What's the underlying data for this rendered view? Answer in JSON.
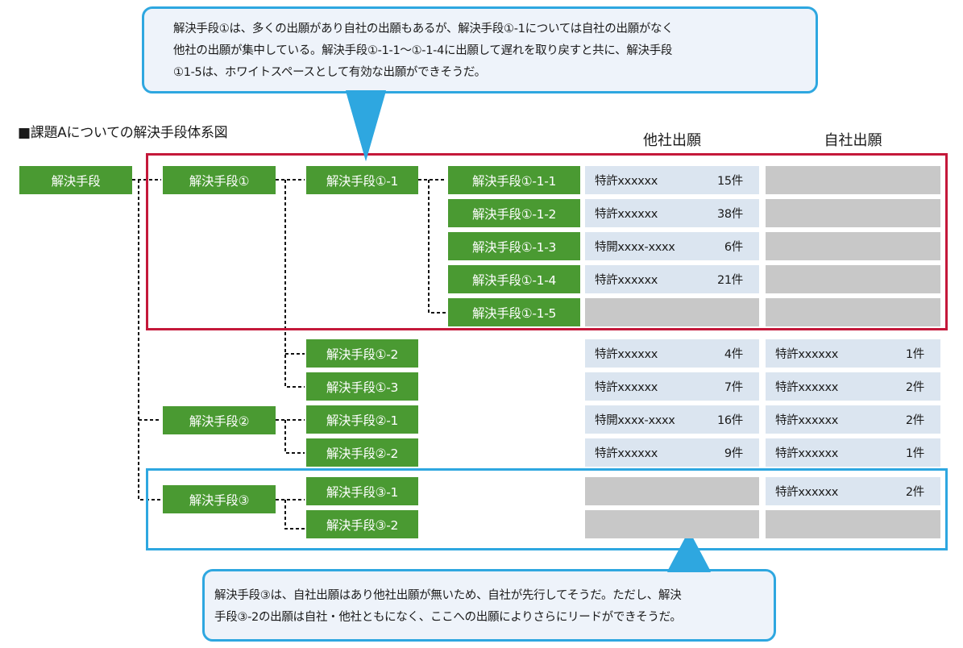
{
  "title": "■課題Aについての解決手段体系図",
  "column_headers": {
    "others": "他社出願",
    "own": "自社出願"
  },
  "callouts": {
    "top": [
      "解決手段①は、多くの出願があり自社の出願もあるが、解決手段①-1については自社の出願がなく",
      "他社の出願が集中している。解決手段①-1-1〜①-1-4に出願して遅れを取り戻すと共に、解決手段",
      "①1-5は、ホワイトスペースとして有効な出願ができそうだ。"
    ],
    "bottom": [
      "解決手段③は、自社出願はあり他社出願が無いため、自社が先行してそうだ。ただし、解決",
      "手段③-2の出願は自社・他社ともになく、ここへの出願によりさらにリードができそうだ。"
    ]
  },
  "colors": {
    "node": "#4a9a32",
    "filled_cell": "#dbe5f0",
    "empty_cell": "#c8c8c8",
    "highlight_red": "#c4183a",
    "highlight_blue": "#2ea7e0"
  },
  "tree": {
    "root": "解決手段",
    "level1": [
      "解決手段①",
      "解決手段②",
      "解決手段③"
    ],
    "level2": [
      "解決手段①-1",
      "解決手段①-2",
      "解決手段①-3",
      "解決手段②-1",
      "解決手段②-2",
      "解決手段③-1",
      "解決手段③-2"
    ],
    "level3": [
      "解決手段①-1-1",
      "解決手段①-1-2",
      "解決手段①-1-3",
      "解決手段①-1-4",
      "解決手段①-1-5"
    ]
  },
  "rows": [
    {
      "node": "解決手段①-1-1",
      "others": {
        "patent": "特許xxxxxx",
        "count": "15件"
      },
      "own": null
    },
    {
      "node": "解決手段①-1-2",
      "others": {
        "patent": "特許xxxxxx",
        "count": "38件"
      },
      "own": null
    },
    {
      "node": "解決手段①-1-3",
      "others": {
        "patent": "特開xxxx-xxxx",
        "count": "6件"
      },
      "own": null
    },
    {
      "node": "解決手段①-1-4",
      "others": {
        "patent": "特許xxxxxx",
        "count": "21件"
      },
      "own": null
    },
    {
      "node": "解決手段①-1-5",
      "others": null,
      "own": null
    },
    {
      "node": "解決手段①-2",
      "others": {
        "patent": "特許xxxxxx",
        "count": "4件"
      },
      "own": {
        "patent": "特許xxxxxx",
        "count": "1件"
      }
    },
    {
      "node": "解決手段①-3",
      "others": {
        "patent": "特許xxxxxx",
        "count": "7件"
      },
      "own": {
        "patent": "特許xxxxxx",
        "count": "2件"
      }
    },
    {
      "node": "解決手段②-1",
      "others": {
        "patent": "特開xxxx-xxxx",
        "count": "16件"
      },
      "own": {
        "patent": "特許xxxxxx",
        "count": "2件"
      }
    },
    {
      "node": "解決手段②-2",
      "others": {
        "patent": "特許xxxxxx",
        "count": "9件"
      },
      "own": {
        "patent": "特許xxxxxx",
        "count": "1件"
      }
    },
    {
      "node": "解決手段③-1",
      "others": null,
      "own": {
        "patent": "特許xxxxxx",
        "count": "2件"
      }
    },
    {
      "node": "解決手段③-2",
      "others": null,
      "own": null
    }
  ]
}
